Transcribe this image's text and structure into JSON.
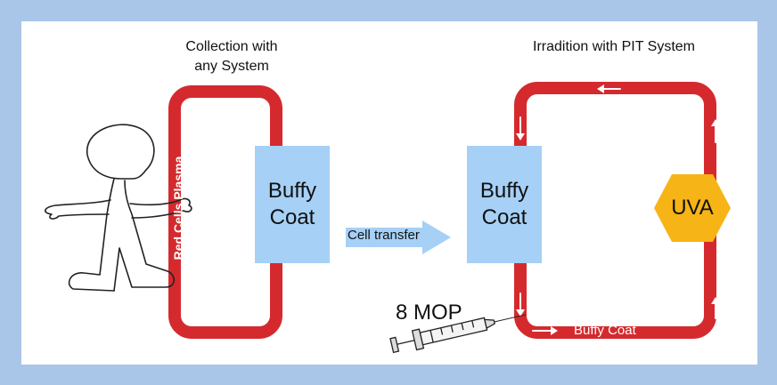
{
  "left_section": {
    "title": "Collection with\nany System",
    "tube_label": "Red Cells Plasma",
    "box_label": "Buffy\nCoat"
  },
  "transfer": {
    "label": "Cell transfer"
  },
  "right_section": {
    "title": "Irradition with PIT System",
    "box_label": "Buffy\nCoat",
    "lamp_label": "UVA",
    "tube_label": "Buffy Coat",
    "syringe_label": "8 MOP"
  },
  "colors": {
    "background": "#a9c6e8",
    "tube": "#d42a2e",
    "box": "#a6d0f5",
    "lamp": "#f6b416",
    "arrow": "#a6d0f5"
  },
  "icons": {
    "person": "stick-figure-icon",
    "syringe": "syringe-icon"
  }
}
